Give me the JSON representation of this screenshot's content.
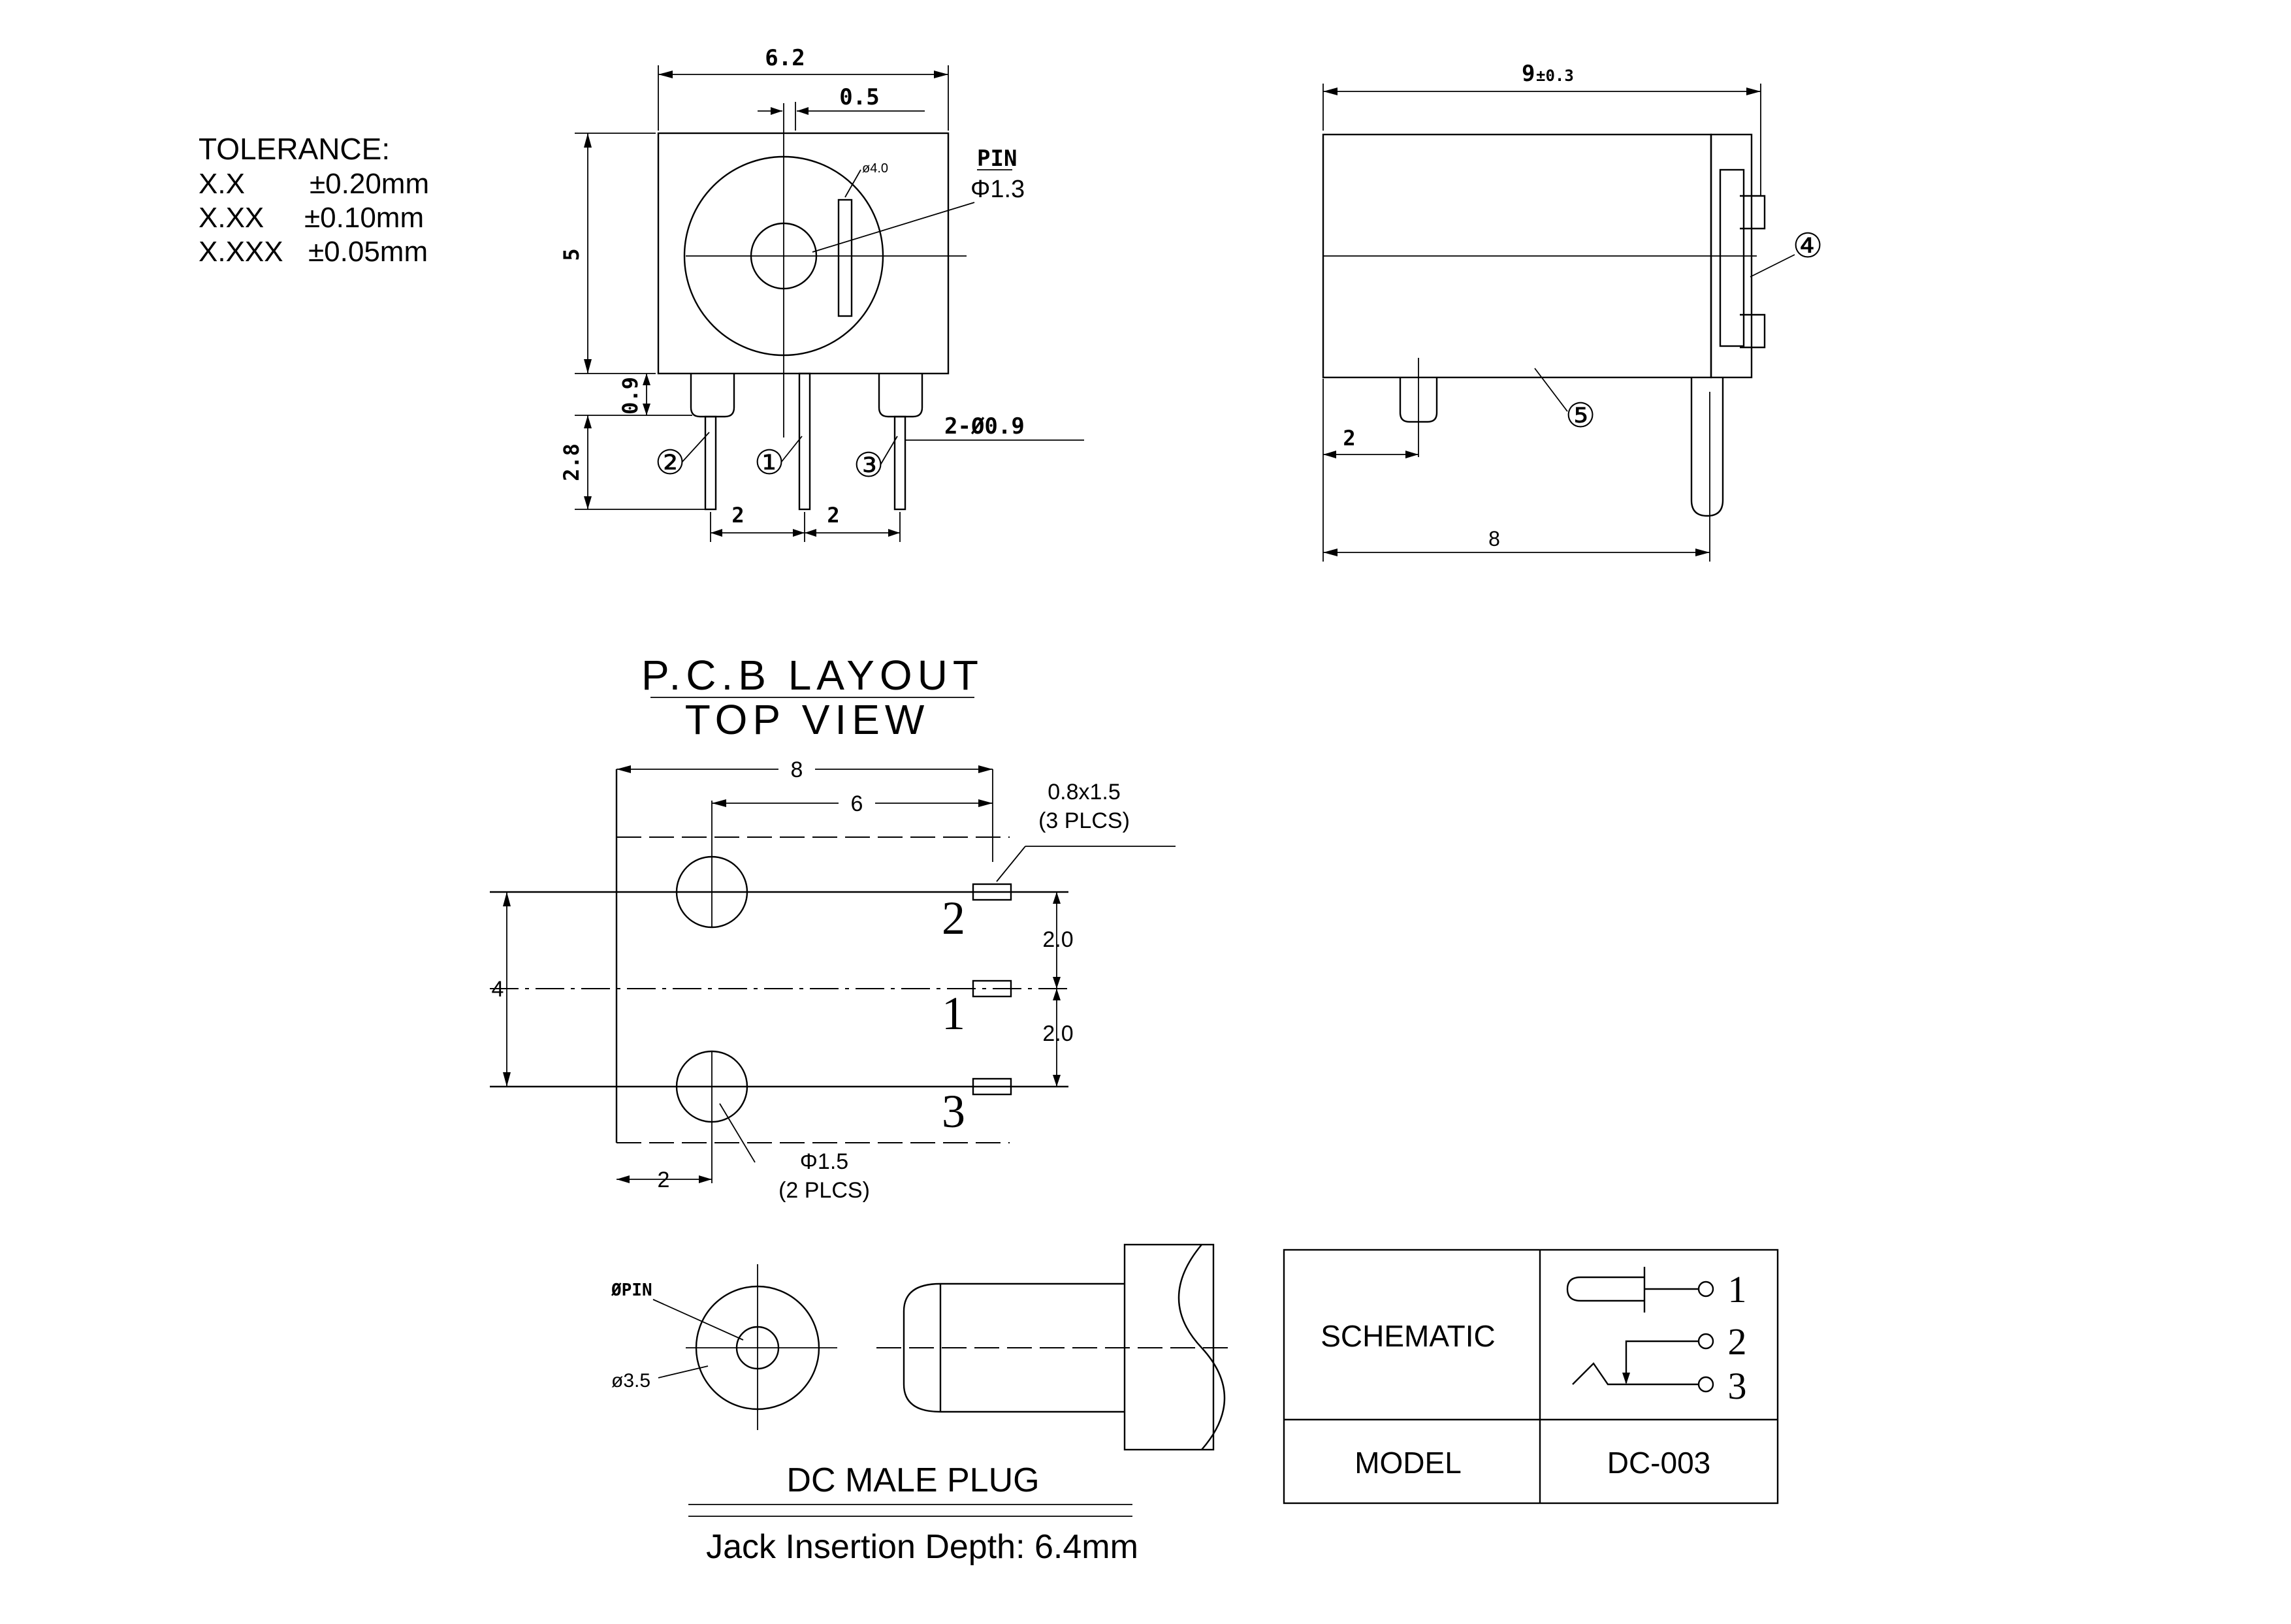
{
  "tolerance": {
    "title": "TOLERANCE:",
    "rows": [
      {
        "format": "X.X",
        "value": "±0.20mm"
      },
      {
        "format": "X.XX",
        "value": "±0.10mm"
      },
      {
        "format": "X.XXX",
        "value": "±0.05mm"
      }
    ]
  },
  "front_view": {
    "dim_width": "6.2",
    "dim_offset": "0.5",
    "dim_height": "5",
    "dim_pin_stub": "0.9",
    "dim_pin_length": "2.8",
    "dim_pitch_left": "2",
    "dim_pitch_right": "2",
    "hole_diameter": "ø4.0",
    "pin_label": "PIN",
    "pin_diameter": "Φ1.3",
    "pin_spec": "2-Ø0.9",
    "callouts": [
      "②",
      "①",
      "③"
    ]
  },
  "side_view": {
    "dim_length": "9",
    "dim_length_tol": "±0.3",
    "dim_pin_offset": "2",
    "dim_body_length": "8",
    "callouts": [
      "④",
      "⑤"
    ]
  },
  "pcb_layout": {
    "title": "P.C.B LAYOUT",
    "subtitle": "TOP VIEW",
    "dim_total": "8",
    "dim_inner": "6",
    "dim_vertical": "4",
    "dim_spacing_top": "2.0",
    "dim_spacing_bottom": "2.0",
    "dim_hole_offset": "2",
    "slot_size": "0.8x1.5",
    "slot_count": "(3 PLCS)",
    "hole_size": "Φ1.5",
    "hole_count": "(2 PLCS)",
    "pin_labels": [
      "2",
      "1",
      "3"
    ]
  },
  "plug": {
    "pin_label": "ØPIN",
    "outer_diameter": "ø3.5",
    "title": "DC MALE PLUG",
    "insertion_depth": "Jack Insertion Depth: 6.4mm"
  },
  "info_table": {
    "schematic_label": "SCHEMATIC",
    "model_label": "MODEL",
    "model_value": "DC-003",
    "schematic_pins": [
      "1",
      "2",
      "3"
    ]
  }
}
